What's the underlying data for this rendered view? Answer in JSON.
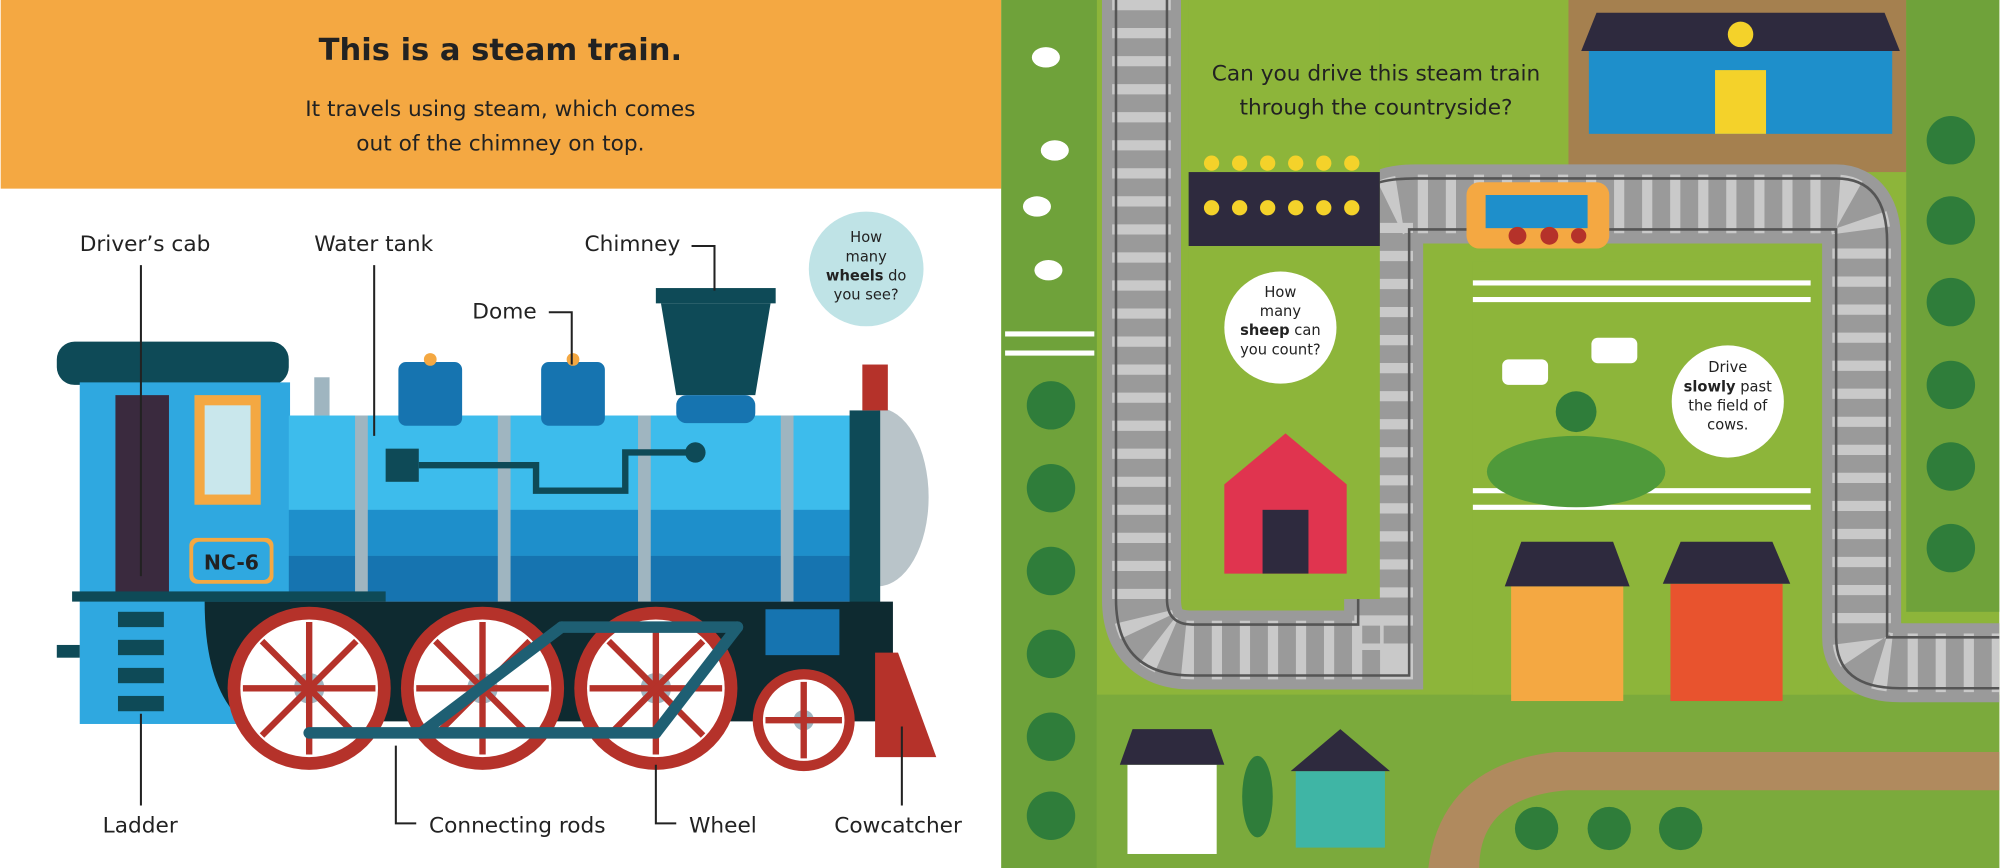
{
  "left_page": {
    "title": "This is a steam train.",
    "intro_lines": [
      "It travels using steam, which comes",
      "out of the chimney on top."
    ],
    "labels": {
      "drivers_cab": "Driver’s cab",
      "water_tank": "Water tank",
      "chimney": "Chimney",
      "dome": "Dome",
      "ladder": "Ladder",
      "connecting_rods": "Connecting rods",
      "wheel": "Wheel",
      "cowcatcher": "Cowcatcher"
    },
    "engine_plate": "NC-6",
    "wheels_bubble": {
      "l1": "How",
      "l2": "many",
      "l3b": "wheels",
      "l3": " do",
      "l4": "you see?"
    }
  },
  "right_page": {
    "question_lines": [
      "Can you drive this steam train",
      "through the countryside?"
    ],
    "sheep_bubble": {
      "l1": "How",
      "l2": "many",
      "l3b": "sheep",
      "l3": " can",
      "l4": "you count?"
    },
    "cows_bubble": {
      "l1": "Drive",
      "l2b": "slowly",
      "l2": " past",
      "l3": "the field of",
      "l4": "cows."
    }
  },
  "colors": {
    "header_orange": "#F4A842",
    "grass": "#8DB53A",
    "train_blue": "#2FA8E0",
    "wheel_red": "#B5322A"
  }
}
